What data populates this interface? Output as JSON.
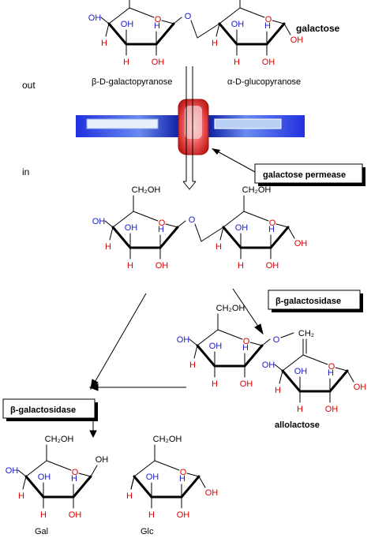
{
  "header": {
    "title": "galactose",
    "side_out": "out",
    "side_in": "in"
  },
  "labels": {
    "ring1_name": "β-D-galactopyranose",
    "ring2_name": "α-D-glucopyranose",
    "permease": "galactose permease",
    "b_galactosidase_1": "β-galactosidase",
    "b_galactosidase_2": "β-galactosidase",
    "allolactose": "allolactose",
    "gal": "Gal",
    "glc": "Glc"
  },
  "chem": {
    "ch2oh": "CH₂OH",
    "ch2": "CH₂",
    "oh": "OH",
    "h": "H",
    "o": "O"
  },
  "colors": {
    "blue": "#1a1acc",
    "red": "#dd0000",
    "black": "#000000",
    "membrane_dark": "#1a2ad8",
    "membrane_light": "#c8dcf4",
    "permease_red": "#e23030"
  }
}
